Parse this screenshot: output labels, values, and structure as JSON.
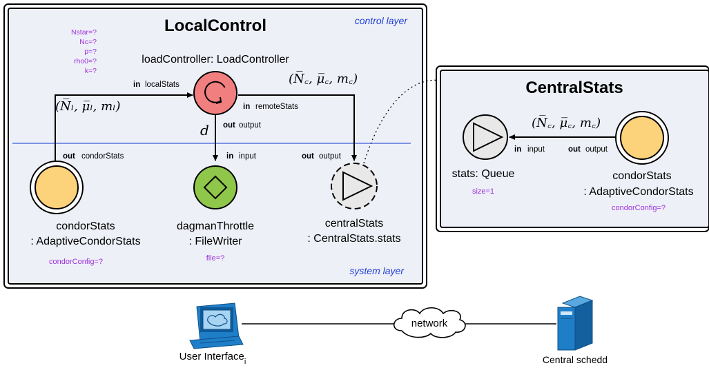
{
  "local_control": {
    "title": "LocalControl",
    "layer_top": "control layer",
    "layer_bottom": "system layer",
    "params": [
      "Nstar=?",
      "Nc=?",
      "p=?",
      "rho0=?",
      "k=?"
    ],
    "load_controller": {
      "name": "loadController: LoadController",
      "port_in_local": {
        "kw": "in",
        "name": "localStats"
      },
      "port_in_remote": {
        "kw": "in",
        "name": "remoteStats"
      },
      "port_out": {
        "kw": "out",
        "name": "output"
      }
    },
    "label_local_tuple": "(N̅ₗ, μ̅ₗ, mₗ)",
    "label_remote_tuple": "(N̅꜀, μ̅꜀, m꜀)",
    "label_d": "d",
    "condor_stats": {
      "port_out": {
        "kw": "out",
        "name": "condorStats"
      },
      "name1": "condorStats",
      "name2": ": AdaptiveCondorStats",
      "param": "condorConfig=?"
    },
    "dagman_throttle": {
      "port_in": {
        "kw": "in",
        "name": "input"
      },
      "name1": "dagmanThrottle",
      "name2": ": FileWriter",
      "param": "file=?"
    },
    "central_stats_proxy": {
      "port_out": {
        "kw": "out",
        "name": "output"
      },
      "name1": "centralStats",
      "name2": ": CentralStats.stats"
    }
  },
  "central_stats": {
    "title": "CentralStats",
    "label_tuple": "(N̅꜀, μ̅꜀, m꜀)",
    "queue": {
      "port_in": {
        "kw": "in",
        "name": "input"
      },
      "name": "stats: Queue",
      "param": "size=1"
    },
    "condor_stats": {
      "port_out": {
        "kw": "out",
        "name": "output"
      },
      "name1": "condorStats",
      "name2": ": AdaptiveCondorStats",
      "param": "condorConfig=?"
    }
  },
  "bottom": {
    "user_interface": "User Interface",
    "user_interface_sub": "i",
    "network": "network",
    "schedd": "Central schedd"
  },
  "colors": {
    "panel_bg": "#eef0f8",
    "layer_label": "#1f3fd6",
    "param_text": "#9b30d9",
    "controller_fill": "#f17f7f",
    "stats_fill": "#fcd27a",
    "writer_fill": "#8fc74a",
    "queue_fill": "#e8e8e8",
    "divider": "#3b5bdb",
    "computer_blue": "#1e7ec8"
  }
}
